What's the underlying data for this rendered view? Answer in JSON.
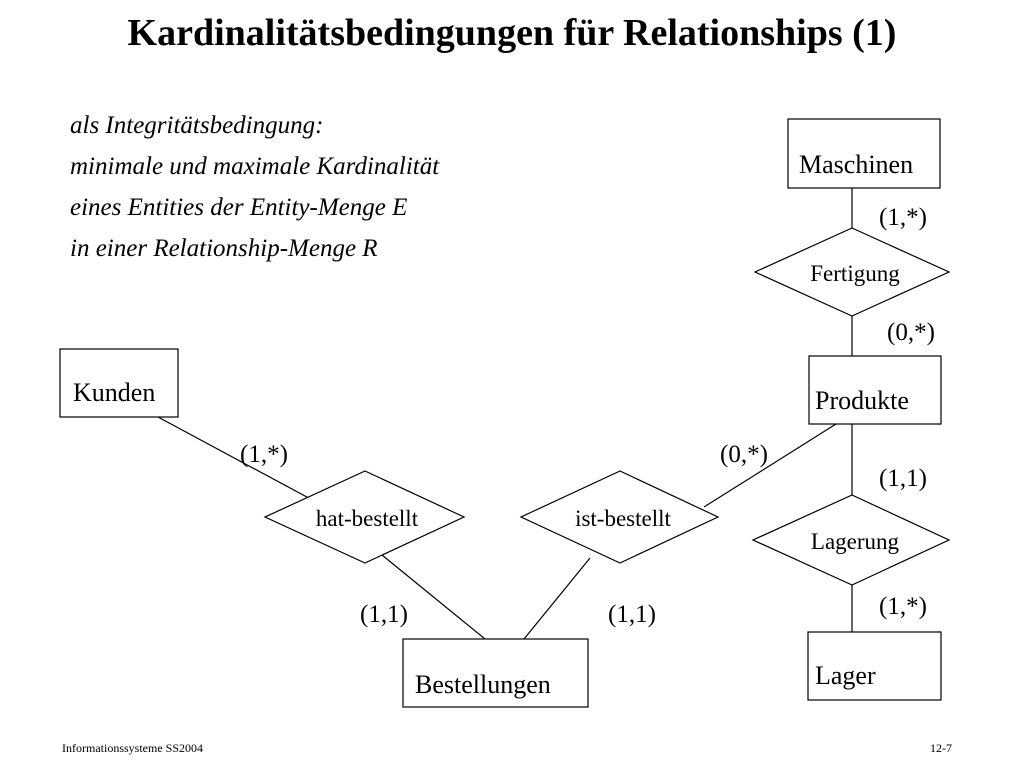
{
  "title": "Kardinalitätsbedingungen für Relationships (1)",
  "intro": [
    "als Integritätsbedingung:",
    "minimale und maximale Kardinalität",
    "eines Entities der Entity-Menge E",
    "in einer Relationship-Menge R"
  ],
  "entities": {
    "maschinen": "Maschinen",
    "produkte": "Produkte",
    "kunden": "Kunden",
    "bestellungen": "Bestellungen",
    "lager": "Lager"
  },
  "relationships": {
    "fertigung": "Fertigung",
    "hat_bestellt": "hat-bestellt",
    "ist_bestellt": "ist-bestellt",
    "lagerung": "Lagerung"
  },
  "cardinalities": {
    "maschinen_fertigung": "(1,*)",
    "produkte_fertigung": "(0,*)",
    "kunden_hat_bestellt": "(1,*)",
    "produkte_ist_bestellt": "(0,*)",
    "produkte_lagerung": "(1,1)",
    "lager_lagerung": "(1,*)",
    "bestellungen_hat_bestellt": "(1,1)",
    "bestellungen_ist_bestellt": "(1,1)"
  },
  "footer": {
    "left": "Informationssysteme SS2004",
    "right": "12-7"
  }
}
